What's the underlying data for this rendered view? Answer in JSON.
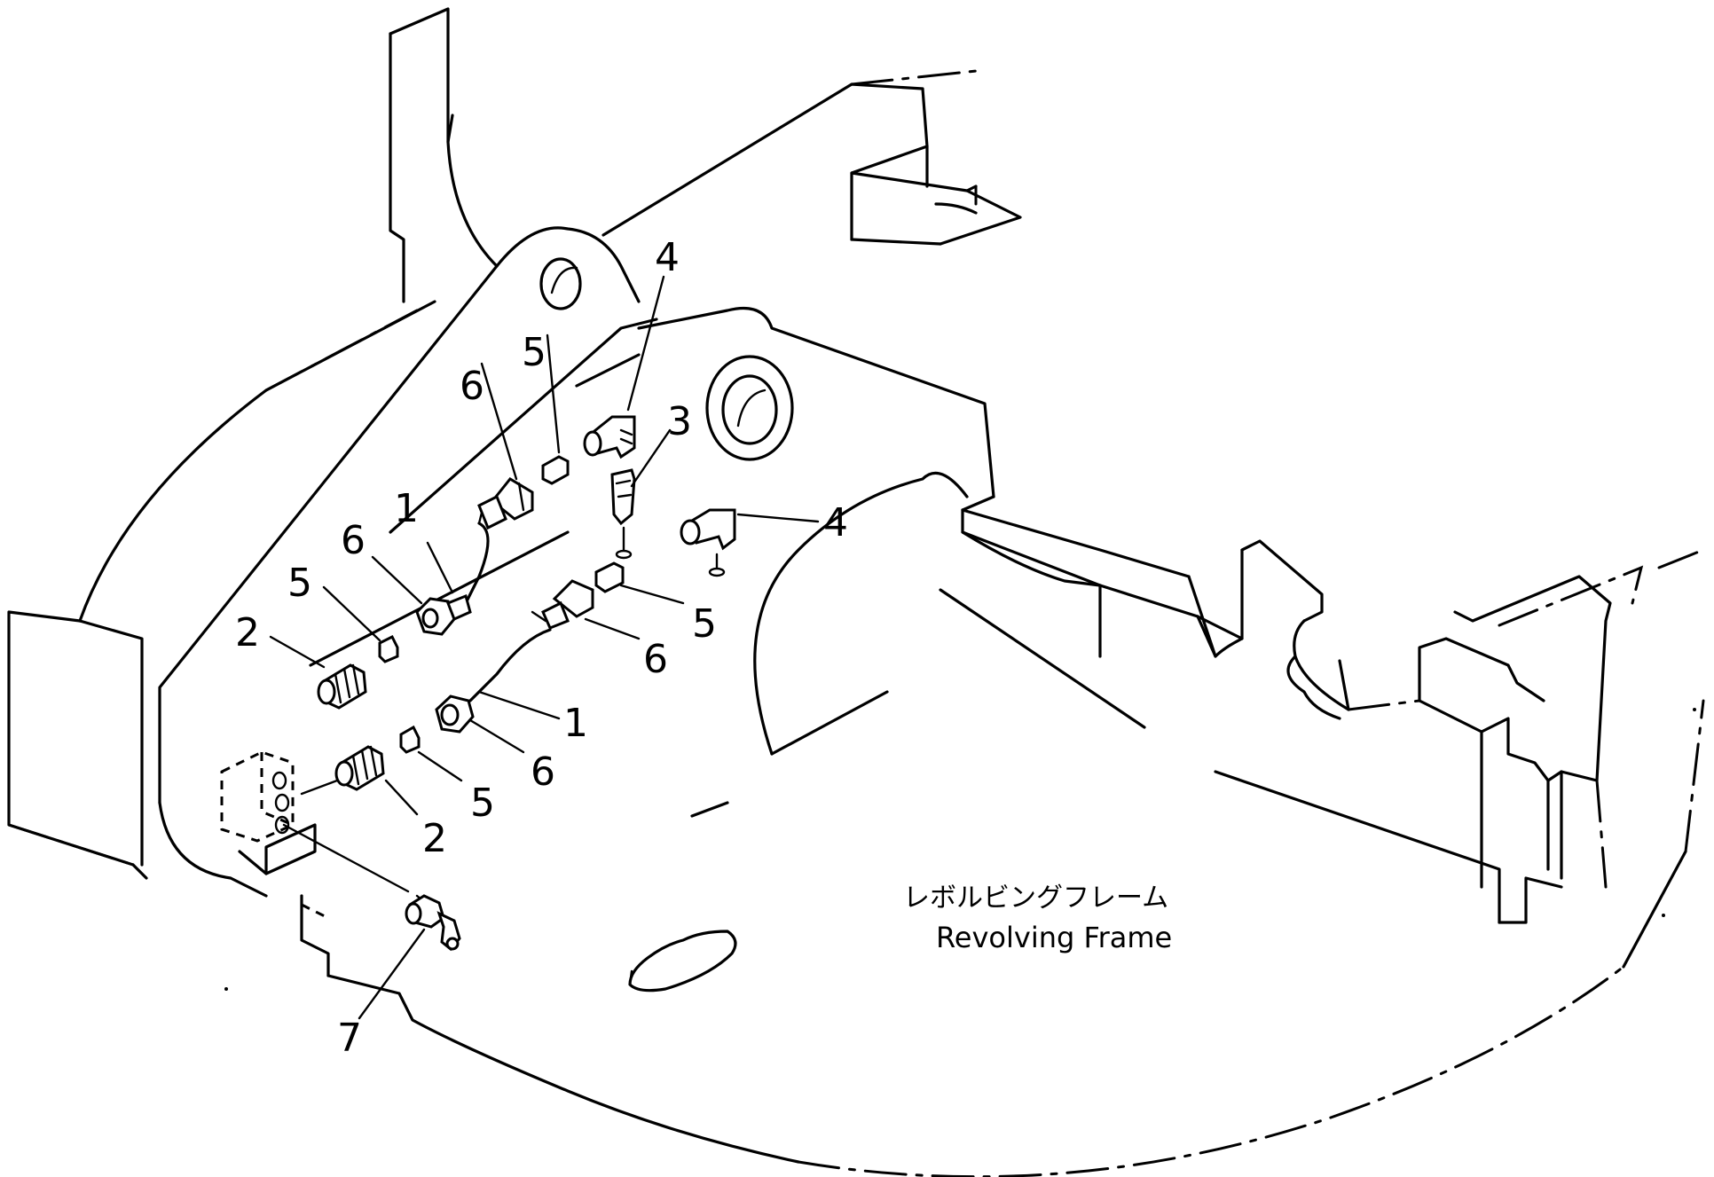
{
  "title": {
    "japanese": "レボルビングフレーム",
    "english": "Revolving Frame"
  },
  "callouts": {
    "c1a": "1",
    "c1b": "1",
    "c2a": "2",
    "c2b": "2",
    "c3": "3",
    "c4a": "4",
    "c4b": "4",
    "c5a": "5",
    "c5b": "5",
    "c5c": "5",
    "c5d": "5",
    "c6a": "6",
    "c6b": "6",
    "c6c": "6",
    "c6d": "6",
    "c7": "7"
  }
}
